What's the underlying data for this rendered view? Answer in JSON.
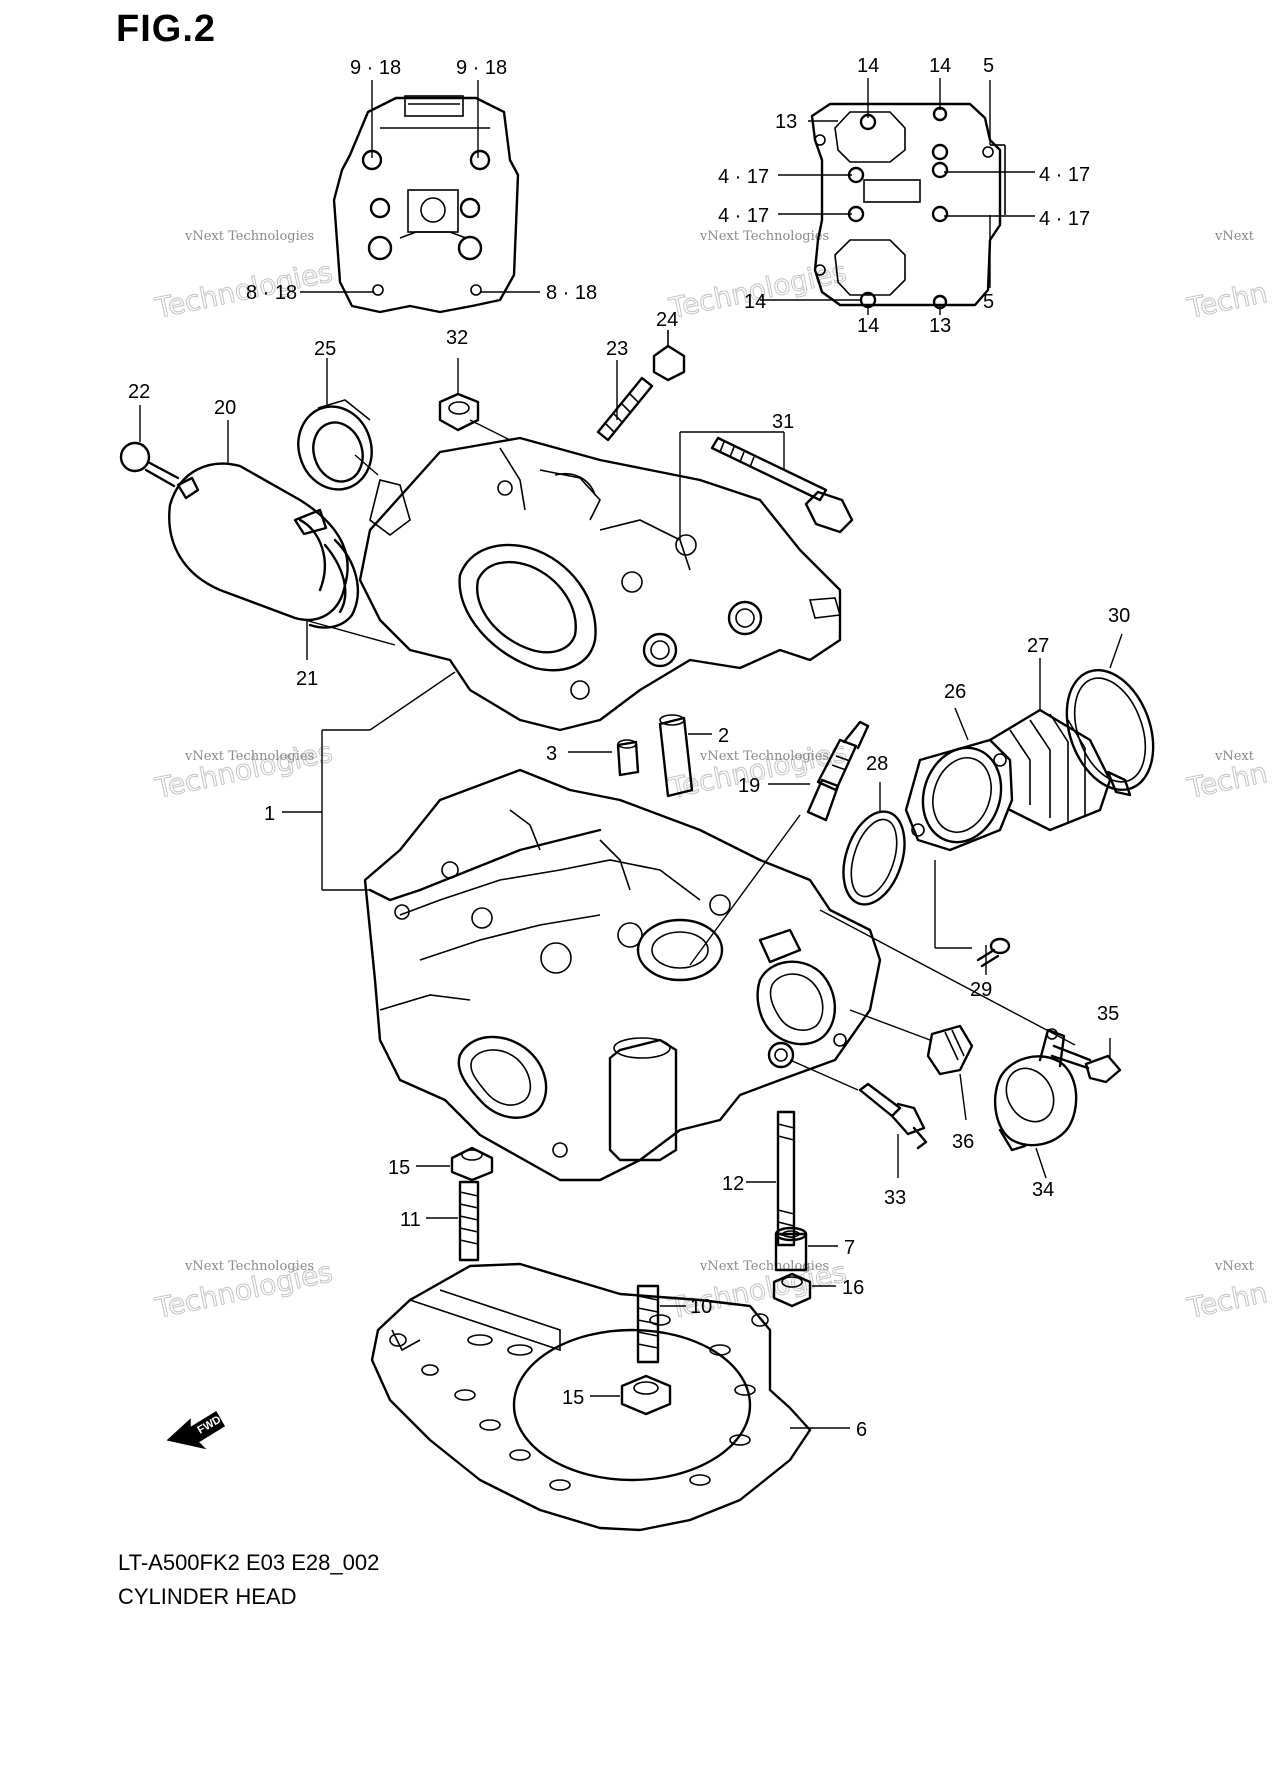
{
  "figure": {
    "title": "FIG.2",
    "model_code": "LT-A500FK2  E03  E28_002",
    "name": "CYLINDER HEAD"
  },
  "callouts": {
    "c1": "1",
    "c2": "2",
    "c3": "3",
    "c4a": "4 · 17",
    "c4b": "4 · 17",
    "c4c": "4 · 17",
    "c4d": "4 · 17",
    "c5a": "5",
    "c5b": "5",
    "c6": "6",
    "c7": "7",
    "c8a": "8 · 18",
    "c8b": "8 · 18",
    "c9a": "9 · 18",
    "c9b": "9 · 18",
    "c10": "10",
    "c11": "11",
    "c12": "12",
    "c13a": "13",
    "c13b": "13",
    "c14a": "14",
    "c14b": "14",
    "c14c": "14",
    "c14d": "14",
    "c15a": "15",
    "c15b": "15",
    "c16": "16",
    "c19": "19",
    "c20": "20",
    "c21": "21",
    "c22": "22",
    "c23": "23",
    "c24": "24",
    "c25": "25",
    "c26": "26",
    "c27": "27",
    "c28": "28",
    "c29": "29",
    "c30": "30",
    "c31": "31",
    "c32": "32",
    "c33": "33",
    "c34": "34",
    "c35": "35",
    "c36": "36"
  },
  "fwd_marker": "FWD",
  "watermark": {
    "line1": "vNext Technologies",
    "line2": "Technologies",
    "edge1": "vNext",
    "edge2": "Techn"
  }
}
